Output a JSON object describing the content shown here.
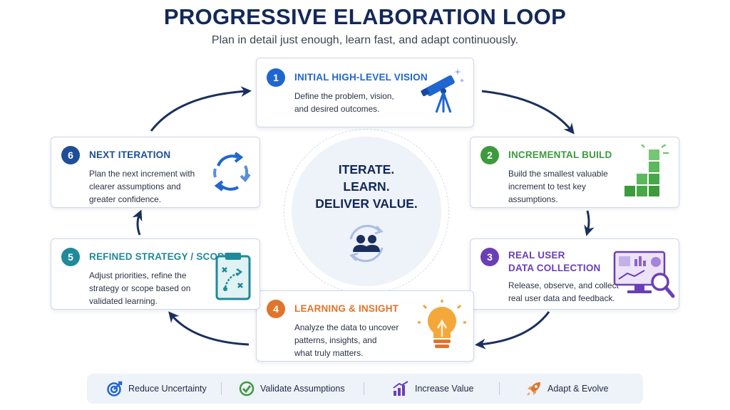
{
  "title": "PROGRESSIVE ELABORATION LOOP",
  "subtitle": "Plan in detail just enough, learn fast, and adapt continuously.",
  "center": {
    "text": "ITERATE.\nLEARN.\nDELIVER VALUE.",
    "icon": "users-cycle-icon"
  },
  "steps": [
    {
      "number": "1",
      "title": "INITIAL HIGH-LEVEL VISION",
      "description": "Define the problem, vision,\nand desired outcomes.",
      "icon": "telescope-icon",
      "color": "#1f66d1"
    },
    {
      "number": "2",
      "title": "INCREMENTAL BUILD",
      "description": "Build the smallest valuable\nincrement to test key\nassumptions.",
      "icon": "cubes-icon",
      "color": "#3d9a3d"
    },
    {
      "number": "3",
      "title": "REAL USER\nDATA COLLECTION",
      "description": "Release, observe, and collect\nreal user data and feedback.",
      "icon": "monitor-analytics-icon",
      "color": "#6a3fb5"
    },
    {
      "number": "4",
      "title": "LEARNING & INSIGHT",
      "description": "Analyze the data to uncover\npatterns, insights, and\nwhat truly matters.",
      "icon": "lightbulb-icon",
      "color": "#e0742a"
    },
    {
      "number": "5",
      "title": "REFINED STRATEGY / SCOPE",
      "description": "Adjust priorities, refine the\nstrategy or scope based on\nvalidated learning.",
      "icon": "clipboard-strategy-icon",
      "color": "#1f8a99"
    },
    {
      "number": "6",
      "title": "NEXT ITERATION",
      "description": "Plan the next increment with\nclearer assumptions and\ngreater confidence.",
      "icon": "cycle-arrows-icon",
      "color": "#1d4f96"
    }
  ],
  "benefits": [
    {
      "label": "Reduce Uncertainty",
      "icon": "target-icon",
      "color": "#1f66d1"
    },
    {
      "label": "Validate Assumptions",
      "icon": "check-circle-icon",
      "color": "#3d9a3d"
    },
    {
      "label": "Increase Value",
      "icon": "bar-chart-icon",
      "color": "#6a3fb5"
    },
    {
      "label": "Adapt & Evolve",
      "icon": "rocket-icon",
      "color": "#e0742a"
    }
  ],
  "colors": {
    "navy": "#13285a",
    "arrow": "#1b2f5e",
    "center_bg": "#eef2f9"
  }
}
